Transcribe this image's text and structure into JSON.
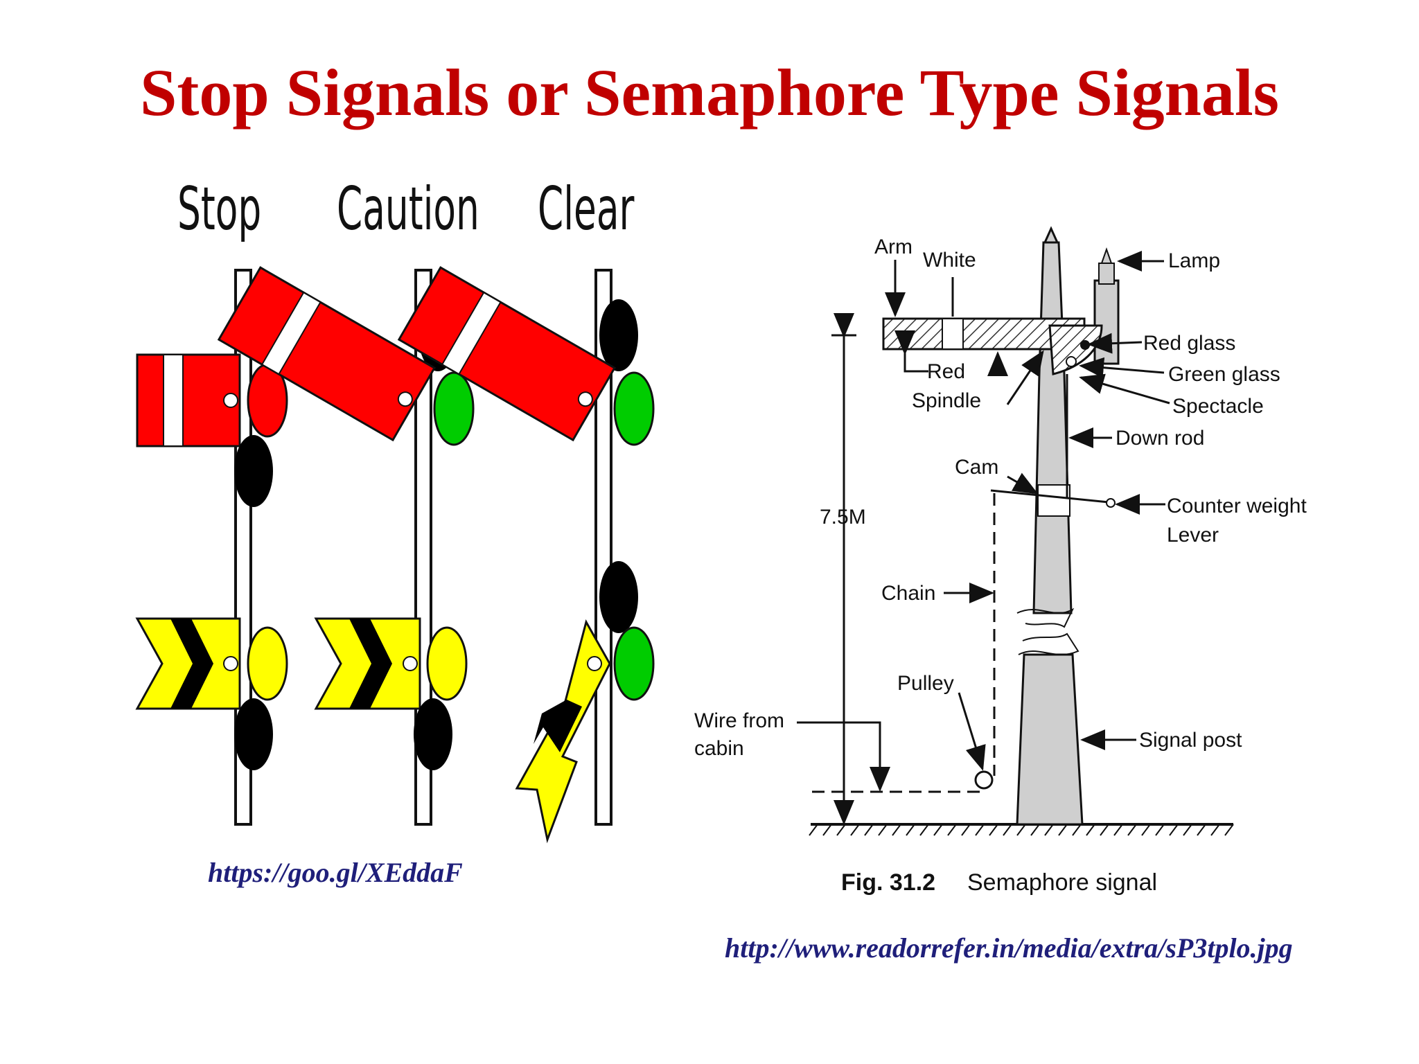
{
  "title": "Stop Signals or Semaphore Type Signals",
  "left_panel": {
    "labels": [
      "Stop",
      "Caution",
      "Clear"
    ],
    "source_url": "https://goo.gl/XEddaF",
    "colors": {
      "red": "#ff0000",
      "yellow": "#ffff00",
      "green": "#00cc00",
      "black": "#000000"
    }
  },
  "right_panel": {
    "labels": {
      "arm": "Arm",
      "white": "White",
      "lamp": "Lamp",
      "red_glass": "Red glass",
      "green_glass": "Green glass",
      "red": "Red",
      "spindle": "Spindle",
      "spectacle": "Spectacle",
      "down_rod": "Down rod",
      "cam": "Cam",
      "height": "7.5M",
      "counter_weight": "Counter weight",
      "lever": "Lever",
      "chain": "Chain",
      "pulley": "Pulley",
      "wire_from": "Wire from",
      "cabin": "cabin",
      "signal_post": "Signal post"
    },
    "figure_number": "Fig. 31.2",
    "figure_caption": "Semaphore signal",
    "source_url": "http://www.readorrefer.in/media/extra/sP3tplo.jpg"
  }
}
